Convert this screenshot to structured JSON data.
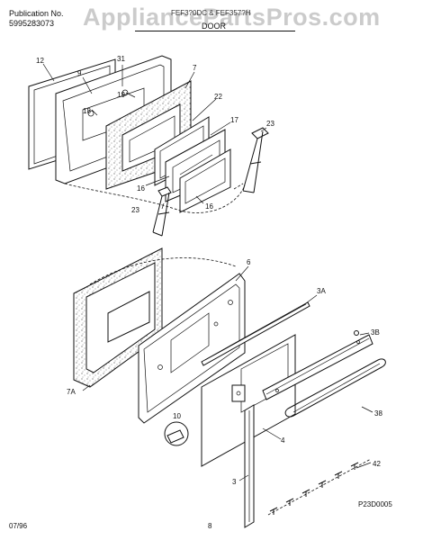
{
  "header": {
    "publication_label": "Publication No.",
    "publication_number": "5995283073",
    "model": "FEF3?0DC & FEF357?H",
    "section": "DOOR"
  },
  "watermark": "AppliancePartsPros.com",
  "callouts": {
    "c12": "12",
    "c9": "9",
    "c31": "31",
    "c7": "7",
    "c18": "18",
    "c19": "19",
    "c22": "22",
    "c17": "17",
    "c23a": "23",
    "c16a": "16",
    "c16b": "16",
    "c23b": "23",
    "c6": "6",
    "c3A": "3A",
    "c3B": "3B",
    "c7A": "7A",
    "c10": "10",
    "c38": "38",
    "c4": "4",
    "c42": "42",
    "c3": "3"
  },
  "footer": {
    "date": "07/96",
    "page": "8",
    "figure_id": "P23D0005"
  }
}
